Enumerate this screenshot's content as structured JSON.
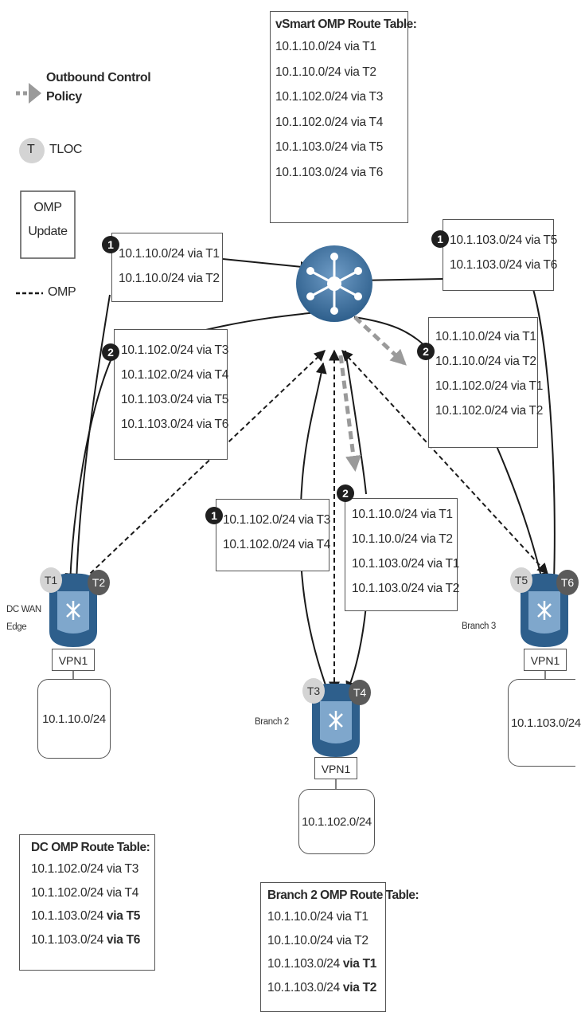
{
  "legend": {
    "policy_label_line1": "Outbound Control",
    "policy_label_line2": "Policy",
    "tloc_letter": "T",
    "tloc_label": "TLOC",
    "update_line1": "OMP",
    "update_line2": "Update",
    "omp_label": "OMP"
  },
  "vsmart_table": {
    "title": "vSmart OMP Route Table:",
    "routes": [
      "10.1.10.0/24 via T1",
      "10.1.10.0/24 via T2",
      "10.1.102.0/24 via T3",
      "10.1.102.0/24 via T4",
      "10.1.103.0/24 via T5",
      "10.1.103.0/24 via T6"
    ]
  },
  "updates": {
    "dc_up": {
      "step": "1",
      "routes": [
        "10.1.10.0/24 via T1",
        "10.1.10.0/24 via T2"
      ]
    },
    "dc_down": {
      "step": "2",
      "routes": [
        "10.1.102.0/24 via T3",
        "10.1.102.0/24 via T4",
        "10.1.103.0/24 via T5",
        "10.1.103.0/24 via T6"
      ]
    },
    "b3_up": {
      "step": "1",
      "routes": [
        "10.1.103.0/24 via T5",
        "10.1.103.0/24 via T6"
      ]
    },
    "b3_down": {
      "step": "2",
      "routes": [
        "10.1.10.0/24 via T1",
        "10.1.10.0/24 via T2",
        "10.1.102.0/24 via T1",
        "10.1.102.0/24 via T2"
      ]
    },
    "b2_up": {
      "step": "1",
      "routes": [
        "10.1.102.0/24 via T3",
        "10.1.102.0/24 via T4"
      ]
    },
    "b2_down": {
      "step": "2",
      "routes": [
        "10.1.10.0/24 via T1",
        "10.1.10.0/24 via T2",
        "10.1.103.0/24 via T1",
        "10.1.103.0/24 via T2"
      ]
    }
  },
  "sites": {
    "dc": {
      "label_line1": "DC WAN",
      "label_line2": "Edge",
      "tloc_a": "T1",
      "tloc_b": "T2",
      "vpn": "VPN1",
      "subnet": "10.1.10.0/24"
    },
    "branch2": {
      "label": "Branch 2",
      "tloc_a": "T3",
      "tloc_b": "T4",
      "vpn": "VPN1",
      "subnet": "10.1.102.0/24"
    },
    "branch3": {
      "label": "Branch 3",
      "tloc_a": "T5",
      "tloc_b": "T6",
      "vpn": "VPN1",
      "subnet": "10.1.103.0/24"
    }
  },
  "dc_table": {
    "title": "DC OMP Route Table:",
    "routes": [
      {
        "prefix": "10.1.102.0/24 via T3",
        "bold": ""
      },
      {
        "prefix": "10.1.102.0/24 via T4",
        "bold": ""
      },
      {
        "prefix": "10.1.103.0/24 ",
        "bold": "via T5"
      },
      {
        "prefix": "10.1.103.0/24 ",
        "bold": "via T6"
      }
    ]
  },
  "branch2_table": {
    "title": "Branch 2 OMP Route Table:",
    "routes": [
      {
        "prefix": "10.1.10.0/24 via T1",
        "bold": ""
      },
      {
        "prefix": "10.1.10.0/24 via T2",
        "bold": ""
      },
      {
        "prefix": "10.1.103.0/24 ",
        "bold": "via T1"
      },
      {
        "prefix": "10.1.103.0/24 ",
        "bold": "via T2"
      }
    ]
  },
  "colors": {
    "router_blue": "#2e5f8c",
    "policy_arrow": "#9a9a9a",
    "line": "#1a1a1a"
  }
}
